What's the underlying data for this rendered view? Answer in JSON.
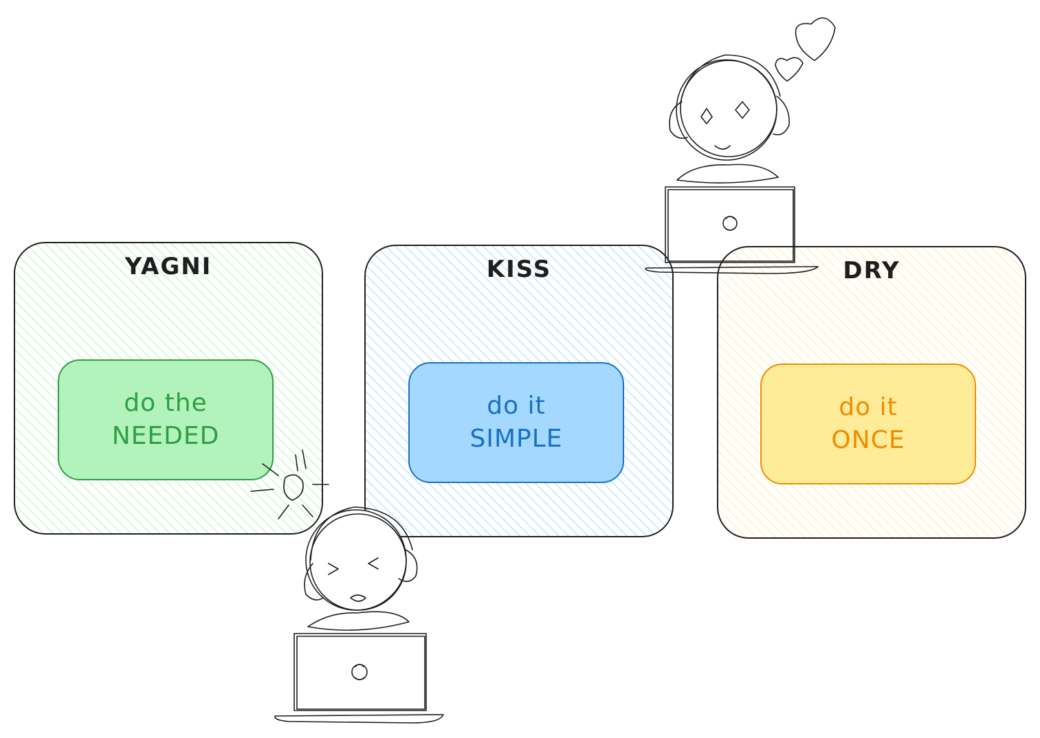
{
  "colors": {
    "stroke": "#1e1e1e",
    "green_fill": "#b2f2bb",
    "green_text": "#2f9e44",
    "blue_fill": "#a5d8ff",
    "blue_text": "#1971c2",
    "yellow_fill": "#ffec99",
    "yellow_text": "#f08c00"
  },
  "panels": [
    {
      "id": "yagni",
      "title": "YAGNI",
      "line1": "do the",
      "line2": "NEEDED",
      "theme": "green"
    },
    {
      "id": "kiss",
      "title": "KISS",
      "line1": "do it",
      "line2": "SIMPLE",
      "theme": "blue"
    },
    {
      "id": "dry",
      "title": "DRY",
      "line1": "do it",
      "line2": "ONCE",
      "theme": "yellow"
    }
  ],
  "icons": [
    "frustrated-developer-icon",
    "happy-developer-icon",
    "laptop-icon",
    "heart-icon",
    "angry-scribble-icon"
  ]
}
